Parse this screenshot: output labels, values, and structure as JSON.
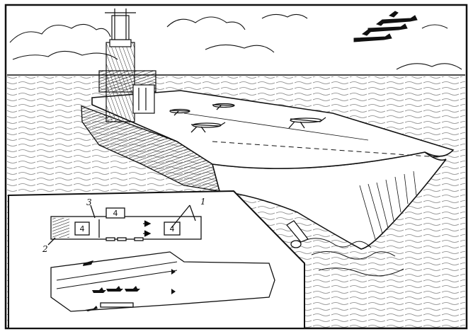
{
  "illustration": {
    "subject": "aircraft-carrier-line-drawing",
    "ink_color": "#111111",
    "paper_color": "#ffffff"
  },
  "inset": {
    "callouts": [
      "1",
      "2",
      "3"
    ],
    "elevator_numbers": [
      "4",
      "4",
      "4"
    ]
  }
}
